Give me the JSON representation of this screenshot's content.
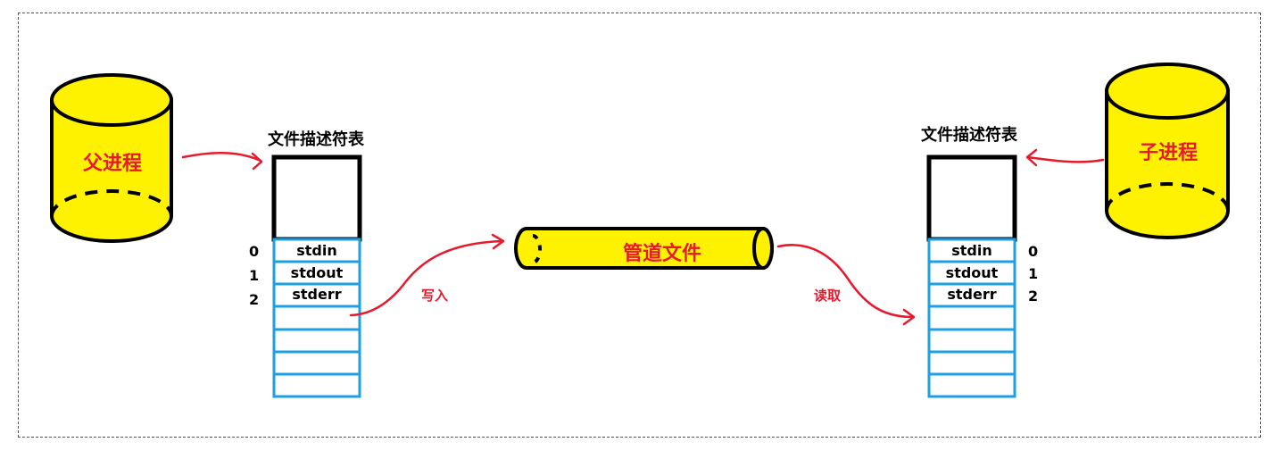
{
  "parent": {
    "label": "父进程"
  },
  "child": {
    "label": "子进程"
  },
  "pipe": {
    "label": "管道文件"
  },
  "left_table": {
    "title": "文件描述符表",
    "indices": [
      "0",
      "1",
      "2"
    ],
    "entries": [
      "stdin",
      "stdout",
      "stderr"
    ]
  },
  "right_table": {
    "title": "文件描述符表",
    "indices": [
      "0",
      "1",
      "2"
    ],
    "entries": [
      "stdin",
      "stdout",
      "stderr"
    ]
  },
  "actions": {
    "write": "写入",
    "read": "读取"
  },
  "colors": {
    "cylinder_fill": "#fff200",
    "arrow": "#e8192c",
    "fd_border": "#1ba1e2",
    "text_red": "#e8192c"
  }
}
